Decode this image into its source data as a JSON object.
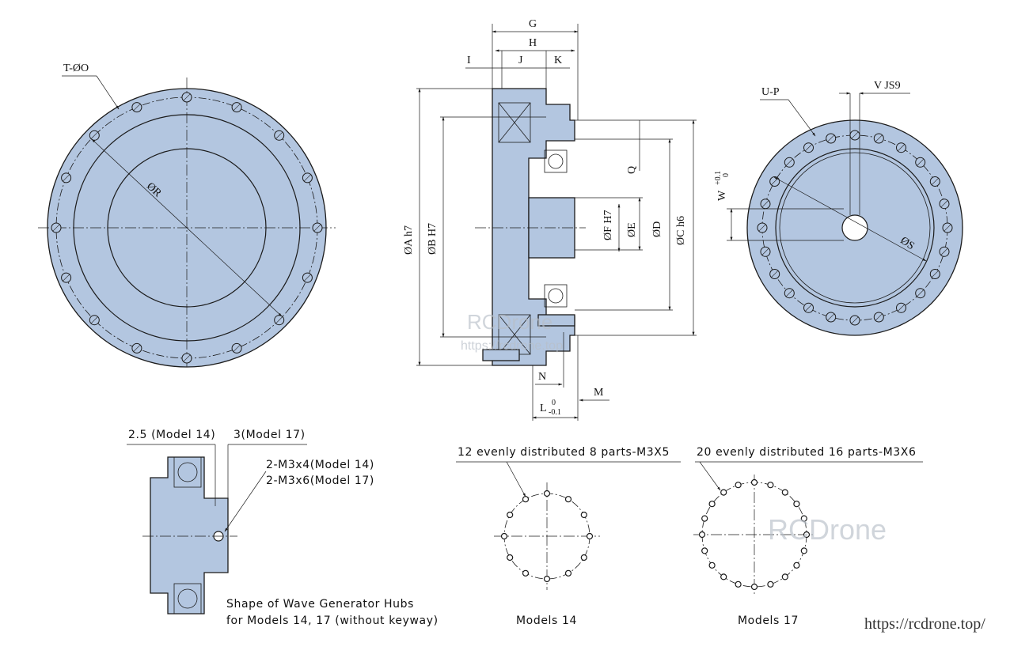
{
  "front_view": {
    "hole_callout": "T-ØO",
    "diameter_label": "ØR"
  },
  "section_view": {
    "dim_G": "G",
    "dim_H": "H",
    "dim_I": "I",
    "dim_J": "J",
    "dim_K": "K",
    "dim_A": "ØA h7",
    "dim_B": "ØB H7",
    "dim_C": "ØC h6",
    "dim_D": "ØD",
    "dim_E": "ØE",
    "dim_F": "ØF H7",
    "dim_Q": "Q",
    "dim_N": "N",
    "dim_M": "M",
    "dim_L": "L",
    "dim_L_tol_upper": "0",
    "dim_L_tol_lower": "-0.1"
  },
  "rear_view": {
    "hole_callout": "U-P",
    "keyway_label": "V JS9",
    "keyway_depth_label": "W",
    "keyway_tol_upper": "+0.1",
    "keyway_tol_lower": "0",
    "diameter_label": "ØS"
  },
  "hub_detail": {
    "dim_model14": "2.5 (Model 14)",
    "dim_model17": "3(Model 17)",
    "thread_model14": "2-M3x4(Model 14)",
    "thread_model17": "2-M3x6(Model 17)",
    "caption_line1": "Shape of Wave Generator Hubs",
    "caption_line2": "for Models 14, 17 (without keyway)"
  },
  "pattern_14": {
    "title": "12 evenly distributed 8 parts-M3X5",
    "caption": "Models 14"
  },
  "pattern_17": {
    "title": "20 evenly distributed 16 parts-M3X6",
    "caption": "Models 17"
  },
  "watermarks": {
    "brand": "RCDrone",
    "url_small": "https://rcdrone.top",
    "url": "https://rcdrone.top/"
  },
  "colors": {
    "part_fill": "#b3c6e0",
    "line": "#1b1b1b"
  }
}
